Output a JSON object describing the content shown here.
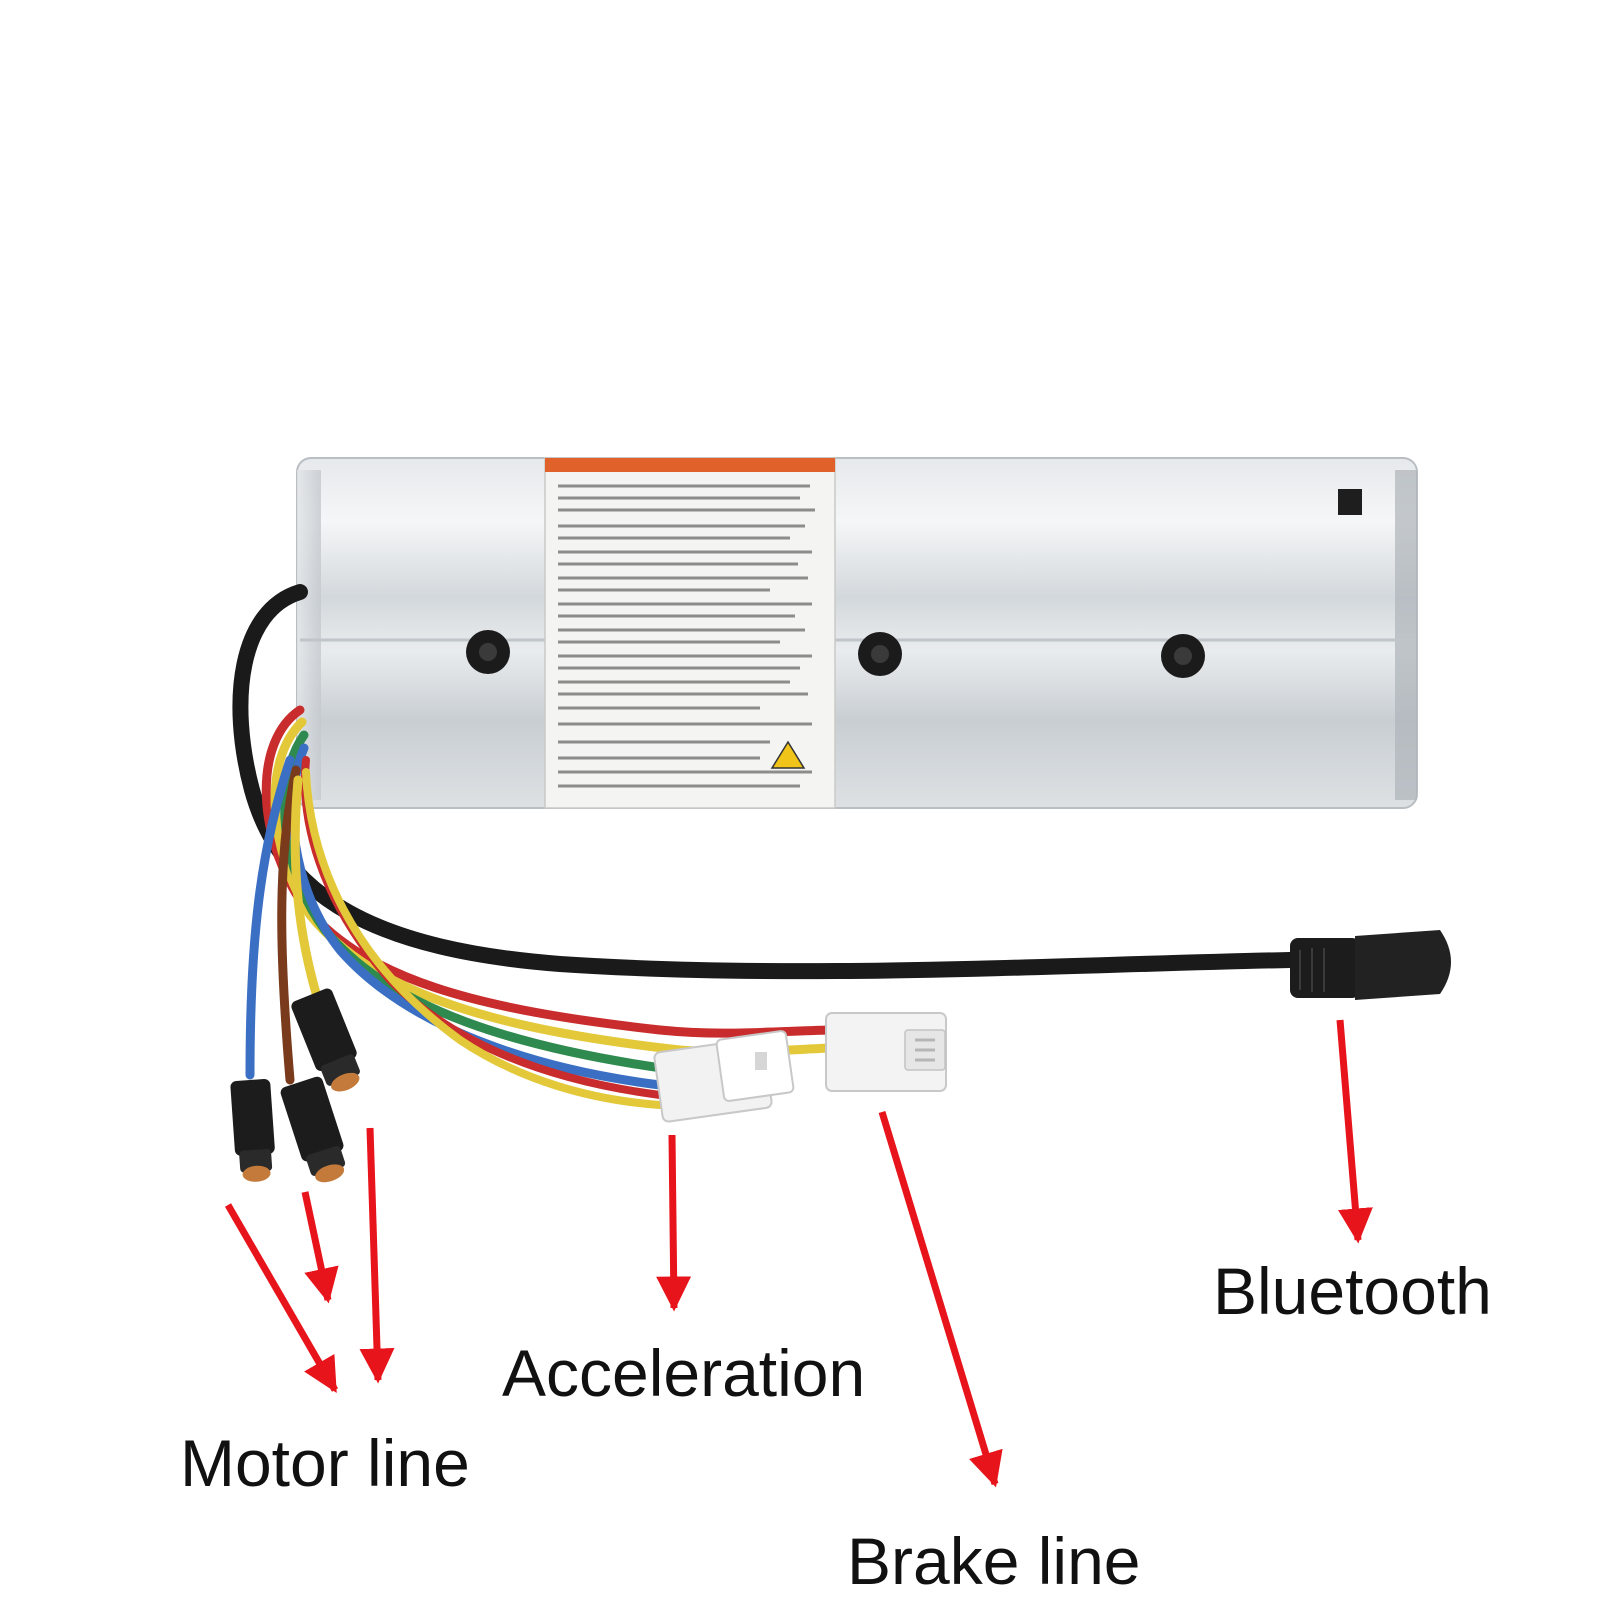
{
  "labels": {
    "bluetooth": "Bluetooth",
    "acceleration": "Acceleration",
    "motor_line": "Motor line",
    "brake_line": "Brake line"
  },
  "colors": {
    "arrow": "#e8141b",
    "housing": "#d9dde0",
    "label_paper": "#f4f4f2",
    "label_stripe": "#e0622a",
    "cable": "#1a1a1a",
    "wire_red": "#c92c2c",
    "wire_yellow": "#e3c93a",
    "wire_green": "#2e8a4e",
    "wire_blue": "#3a6fc4",
    "wire_brown": "#7a3b1d",
    "connector": "#f2f2f2"
  }
}
